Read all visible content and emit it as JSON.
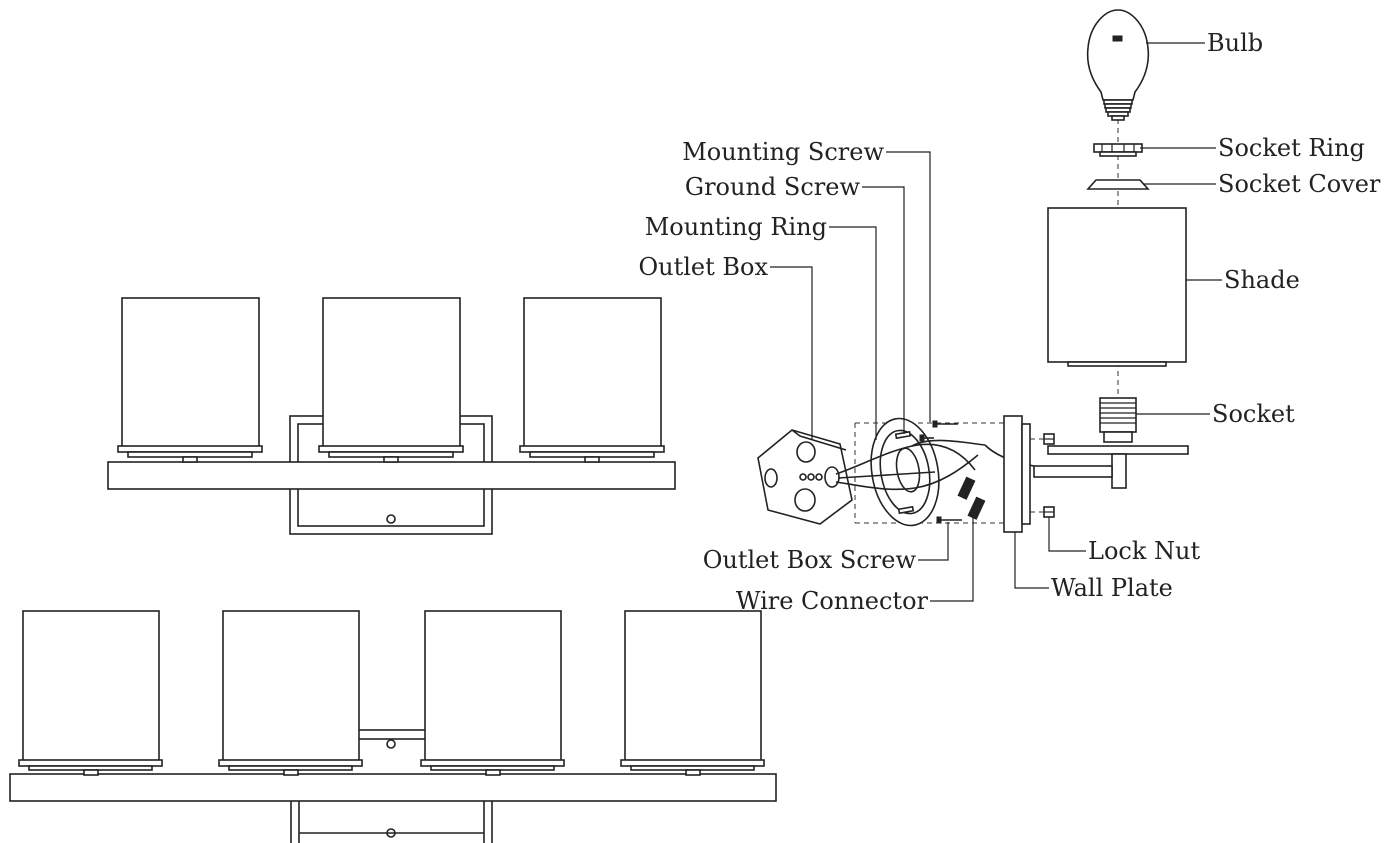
{
  "labels": {
    "bulb": "Bulb",
    "socket_ring": "Socket Ring",
    "socket_cover": "Socket Cover",
    "shade": "Shade",
    "socket": "Socket",
    "lock_nut": "Lock Nut",
    "wall_plate": "Wall Plate",
    "wire_connector": "Wire Connector",
    "outlet_box_screw": "Outlet Box Screw",
    "outlet_box": "Outlet Box",
    "mounting_ring": "Mounting Ring",
    "ground_screw": "Ground Screw",
    "mounting_screw": "Mounting Screw"
  },
  "colors": {
    "line": "#222222",
    "background": "#ffffff"
  }
}
